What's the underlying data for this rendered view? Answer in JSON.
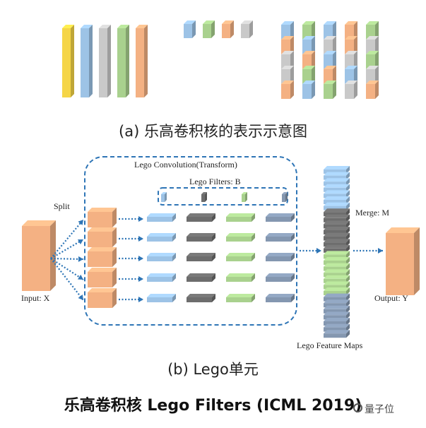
{
  "caption_a": "(a) 乐高卷积核的表示示意图",
  "caption_b": "(b) Lego单元",
  "title": "乐高卷积核 Lego Filters (ICML 2019)",
  "watermark": "量子位",
  "labels": {
    "split": "Split",
    "input": "Input: X",
    "output": "Output: Y",
    "lego_conv": "Lego Convolution(Transform)",
    "lego_filters": "Lego Filters: B",
    "merge": "Merge: M",
    "feature_maps": "Lego Feature Maps"
  },
  "colors": {
    "yellow": "#F5D547",
    "blue": "#9DC3E6",
    "gray": "#C9C9C9",
    "green": "#A9D18E",
    "orange": "#F4B183",
    "dark": "#6D6D6D",
    "slate": "#8497B0",
    "dashed": "#2E75B6"
  }
}
